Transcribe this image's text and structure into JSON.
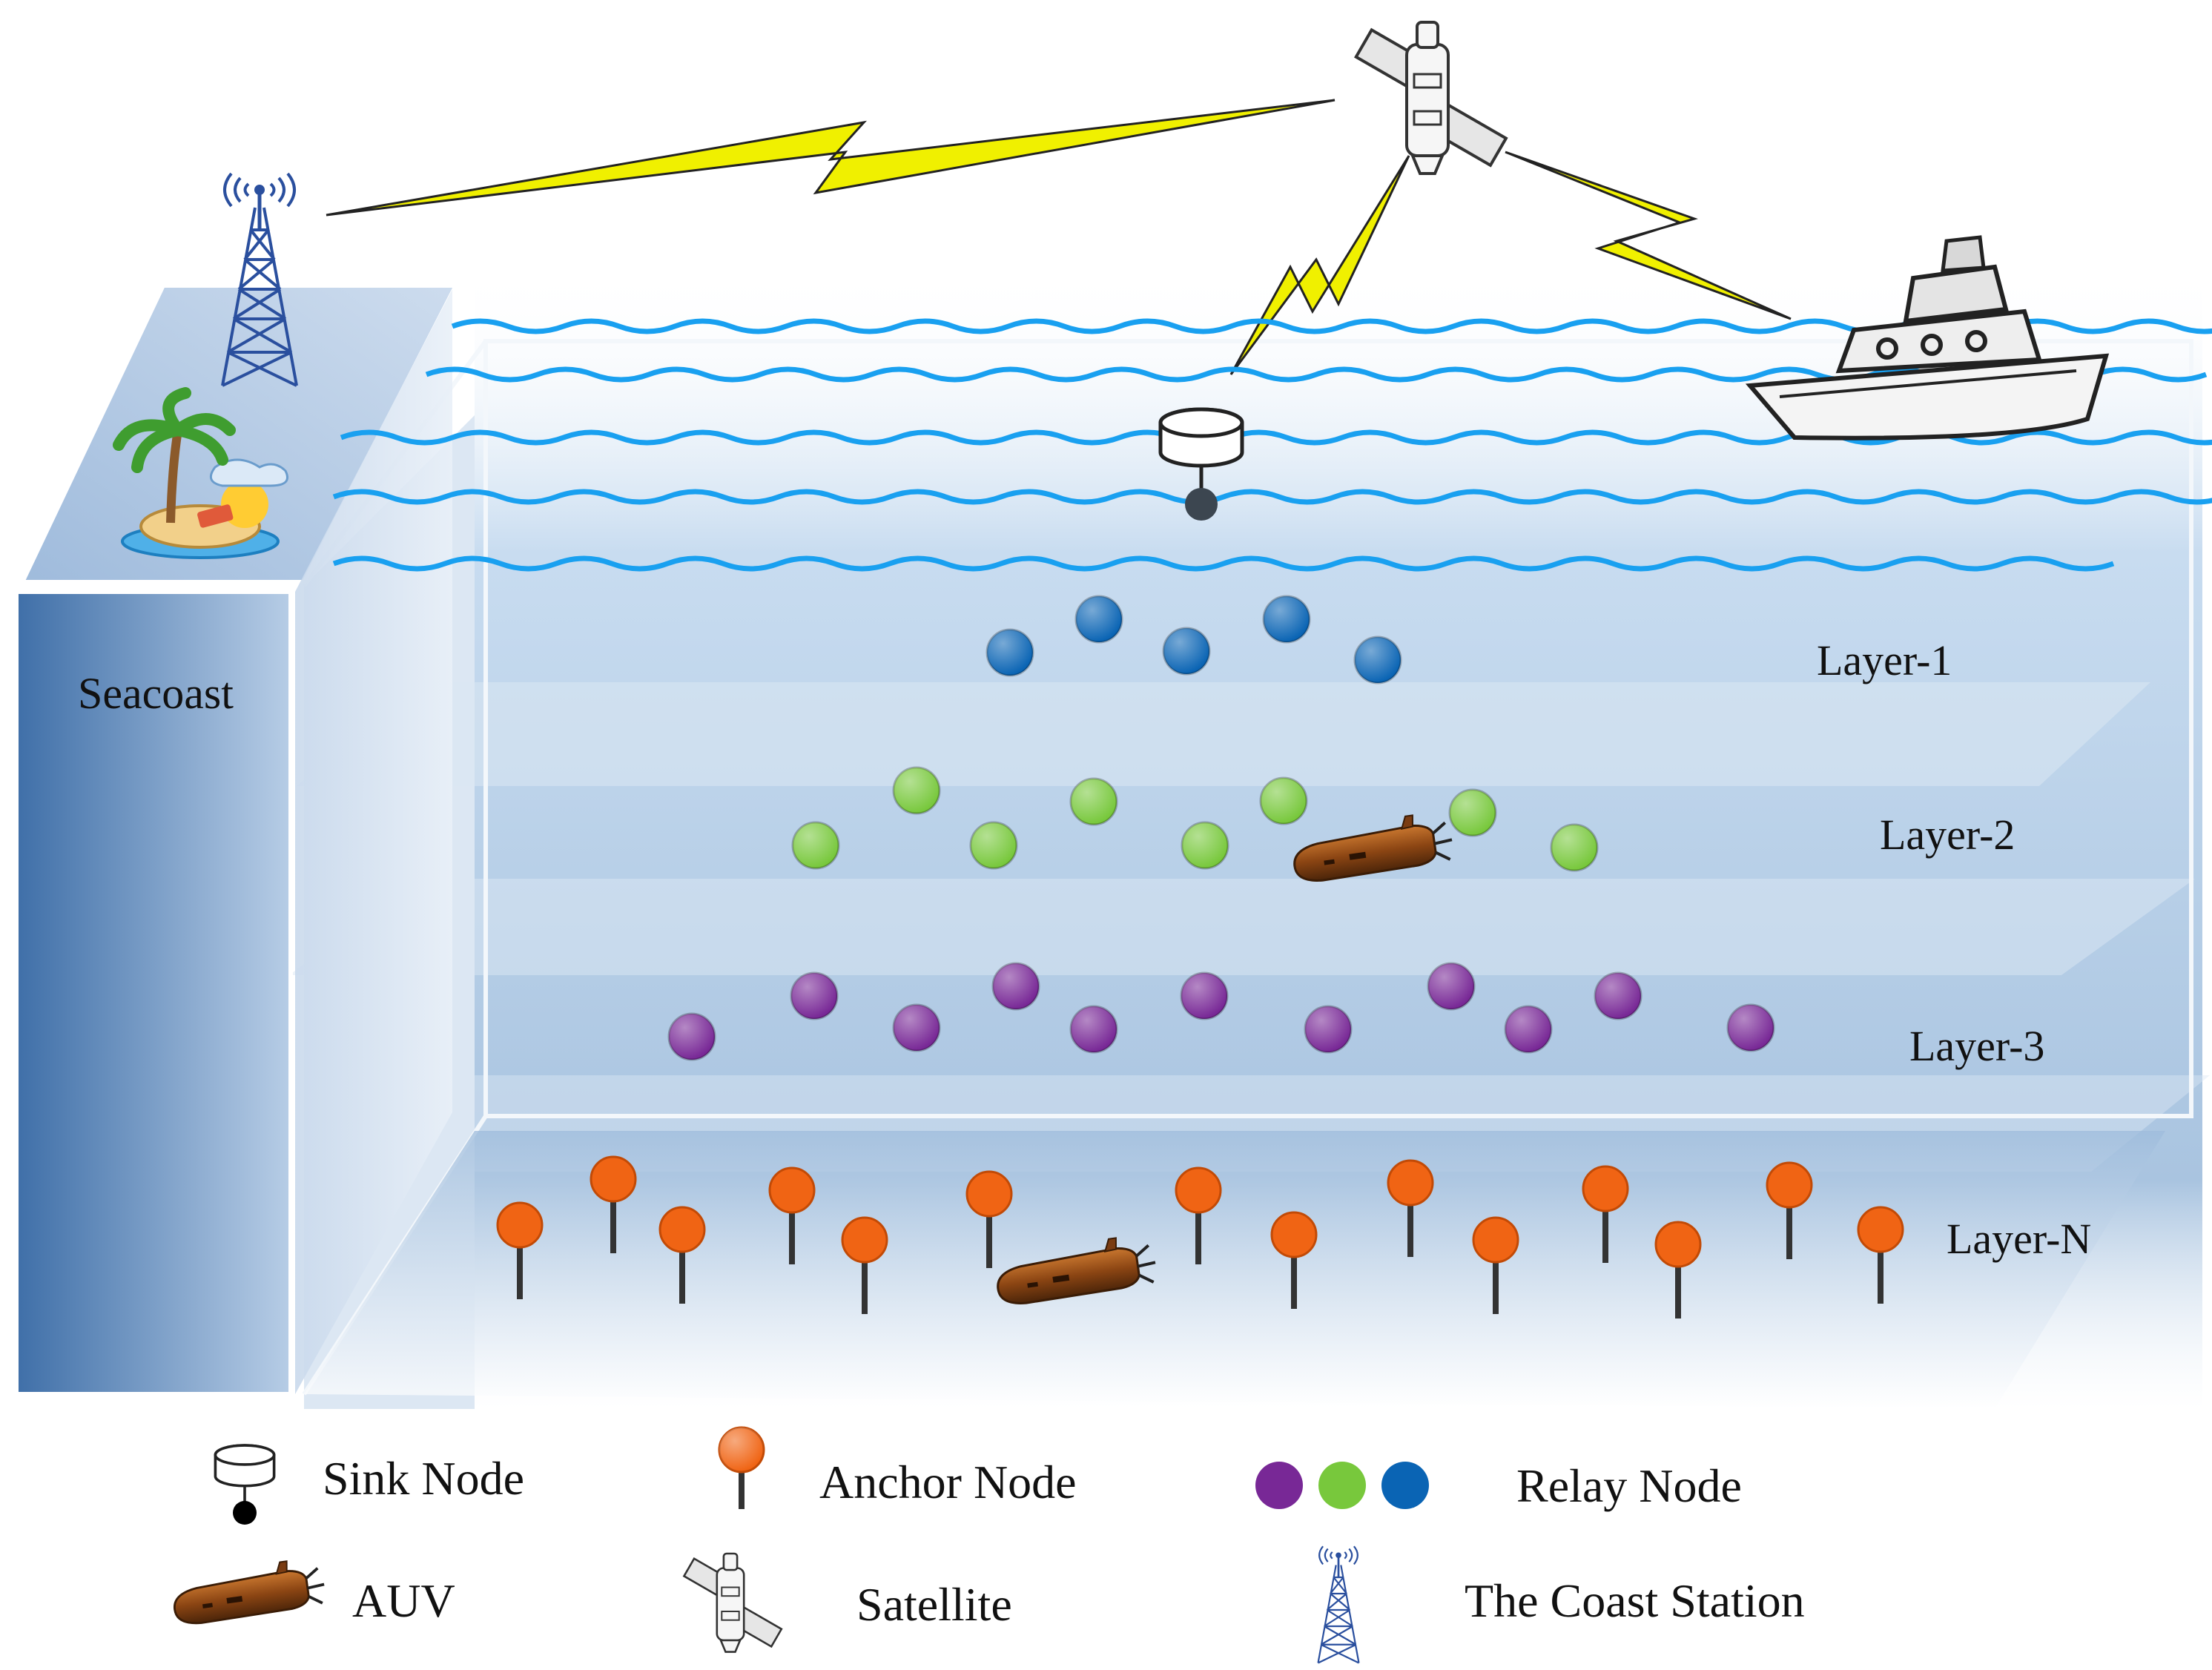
{
  "scene": {
    "seacoast_label": "Seacoast",
    "layers": [
      {
        "label": "Layer-1",
        "relay_color": "#0a64b4"
      },
      {
        "label": "Layer-2",
        "relay_color": "#78c83c"
      },
      {
        "label": "Layer-3",
        "relay_color": "#782896"
      },
      {
        "label": "Layer-N",
        "anchor_color": "#f06414"
      }
    ],
    "colors": {
      "water": "#aec8e2",
      "wave": "#19a0f0",
      "lightning": "#f0f000",
      "tower": "#2a4f9e",
      "auv": "#8b4513"
    }
  },
  "legend": {
    "sink_node": "Sink Node",
    "anchor_node": "Anchor Node",
    "relay_node": "Relay Node",
    "auv": "AUV",
    "satellite": "Satellite",
    "coast_station": "The Coast Station"
  }
}
